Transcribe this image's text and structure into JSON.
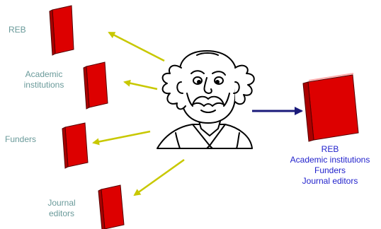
{
  "left_labels": {
    "reb": "REB",
    "academic_line1": "Academic",
    "academic_line2": "institutions",
    "funders": "Funders",
    "journal_line1": "Journal",
    "journal_line2": "editors"
  },
  "right_labels": {
    "line1": "REB",
    "line2": "Academic institutions",
    "line3": "Funders",
    "line4": "Journal editors"
  },
  "icons": {
    "book": "red-book-icon",
    "person": "scientist-cartoon-icon"
  },
  "colors": {
    "book_red": "#dd0000",
    "left_arrow": "#c8c800",
    "right_arrow": "#1a1a7a",
    "left_text": "#6a9a9a",
    "right_text": "#2222cc"
  }
}
